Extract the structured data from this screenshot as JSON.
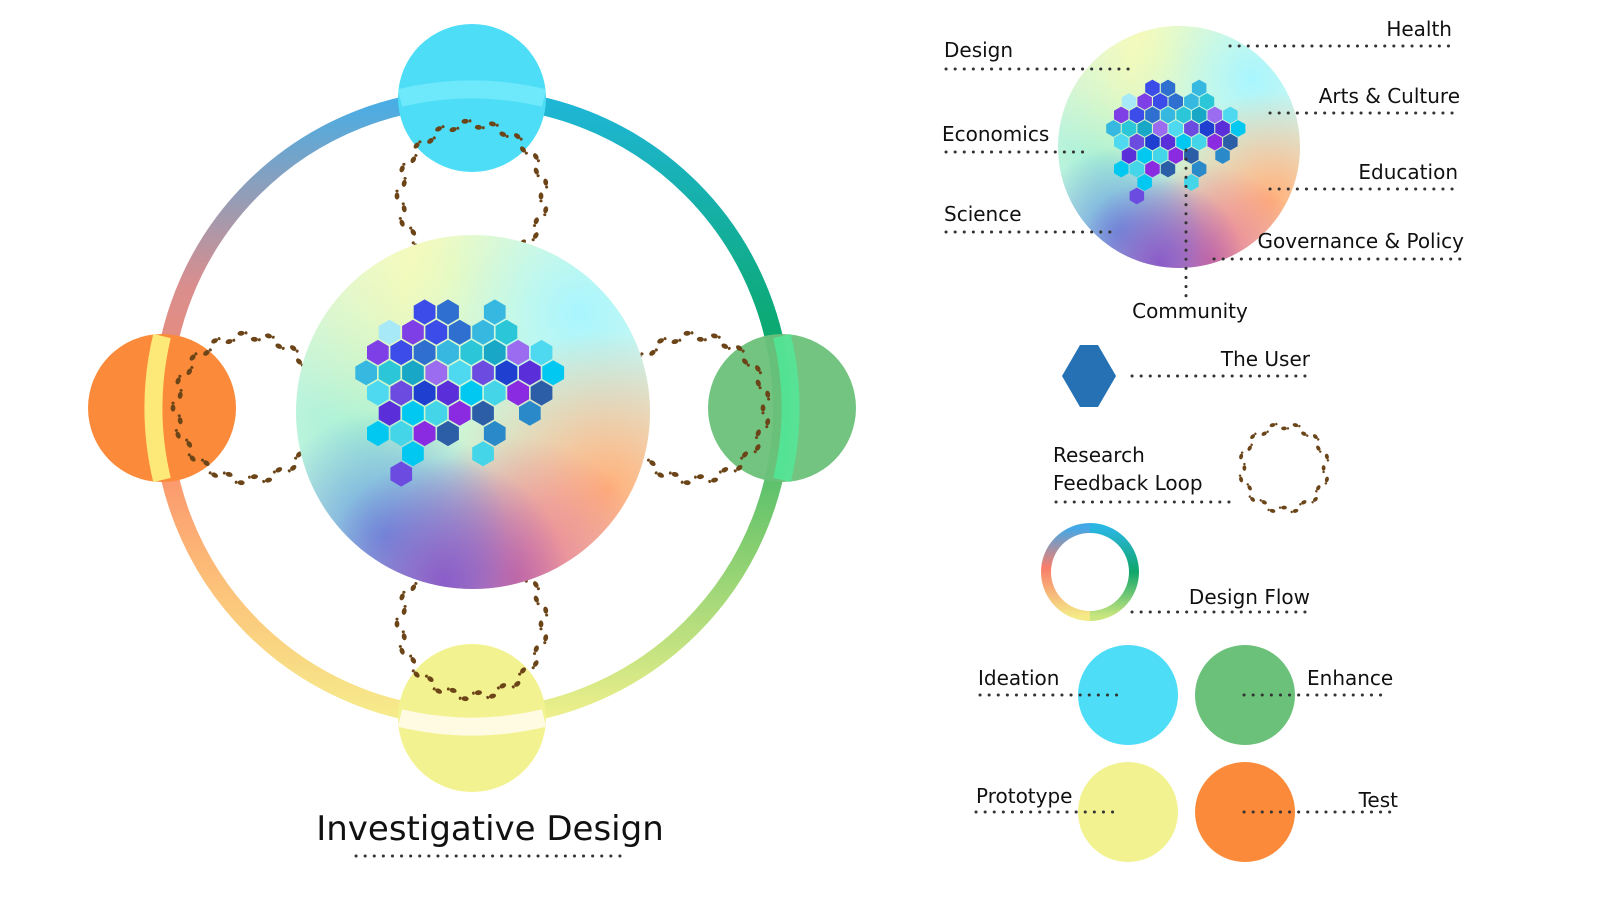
{
  "title": "Investigative Design",
  "hex_colors": [
    "#3B4CE8",
    "#2BC6D8",
    "#4FD9F0",
    "#5A2FD9",
    "#8A2BE2",
    "#1F8FD0",
    "#A7E9F7",
    "#2E6FCF",
    "#19A7C7",
    "#6B4BE0",
    "#00C8F0",
    "#2C5EA8",
    "#4C7EDC",
    "#7F3FE6",
    "#36B8E0",
    "#9B6CF0",
    "#1E3FD0",
    "#44D5E8",
    "#2A8AC9",
    "#5B8FE6"
  ],
  "stages": {
    "ideation": "#4DDDF6",
    "enhance": "#6CC17A",
    "prototype": "#F3F290",
    "test": "#FB8A3A"
  },
  "sectors": {
    "design": "Design",
    "economics": "Economics",
    "science": "Science",
    "health": "Health",
    "arts_culture": "Arts & Culture",
    "education": "Education",
    "governance_policy": "Governance & Policy",
    "community": "Community"
  },
  "legend": {
    "user": "The User",
    "loop_line1": "Research",
    "loop_line2": "Feedback Loop",
    "design_flow": "Design Flow",
    "ideation": "Ideation",
    "enhance": "Enhance",
    "prototype": "Prototype",
    "test": "Test",
    "user_color": "#2670B4"
  }
}
